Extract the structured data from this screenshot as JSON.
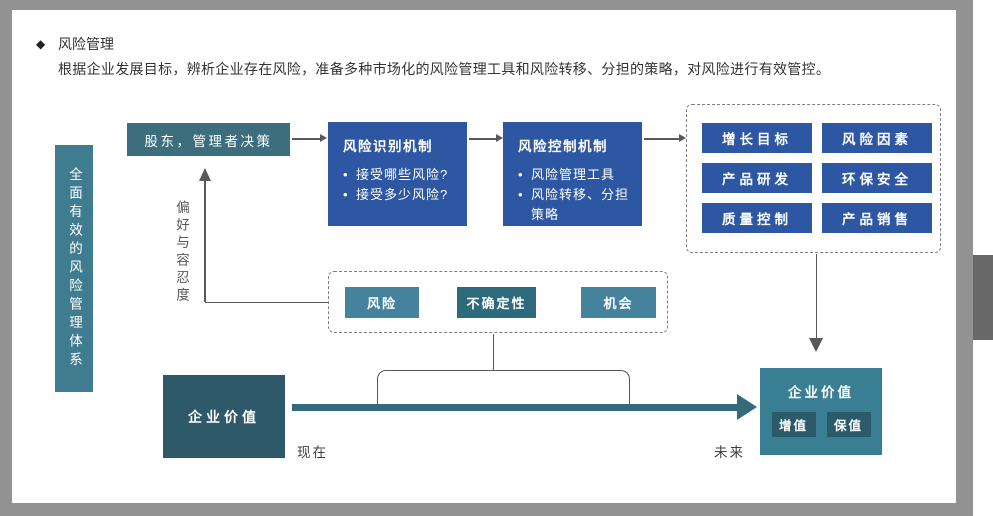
{
  "header": {
    "bullet_glyph": "◆",
    "title": "风险管理",
    "subtitle": "根据企业发展目标，辨析企业存在风险，准备多种市场化的风险管理工具和风险转移、分担的策略，对风险进行有效管控。"
  },
  "left_banner": {
    "label": "全面有效的风险管理体系"
  },
  "flow": {
    "bullet_glyph": "•",
    "decision_label": "股东，管理者决策",
    "preference_label": "偏好与容忍度",
    "identify": {
      "title": "风险识别机制",
      "bullets": [
        "接受哪些风险?",
        "接受多少风险?"
      ]
    },
    "control": {
      "title": "风险控制机制",
      "bullets": [
        "风险管理工具",
        "风险转移、分担策略"
      ]
    }
  },
  "business_areas": {
    "items": [
      "增长目标",
      "风险因素",
      "产品研发",
      "环保安全",
      "质量控制",
      "产品销售"
    ]
  },
  "uncertainty": {
    "items": [
      "风险",
      "不确定性",
      "机会"
    ]
  },
  "value_flow": {
    "present_box": "企业价值",
    "present_time": "现在",
    "future_time": "未来",
    "future_box": "企业价值",
    "future_tags": [
      "增值",
      "保值"
    ]
  },
  "colors": {
    "frame_gray": "#929292",
    "scrollbar_thumb": "#686868",
    "blue_box": "#2e57a3",
    "decision_teal": "#3d6e7e",
    "banner_teal": "#407c8f",
    "light_teal": "#44839b",
    "dark_teal": "#2c6a7c",
    "present_box_teal": "#2d5968",
    "future_box_teal": "#3a7e93",
    "tag_teal": "#2b5b6b",
    "timeline_teal": "#35697c",
    "connector_gray": "#595959",
    "text_dark": "#333333"
  }
}
